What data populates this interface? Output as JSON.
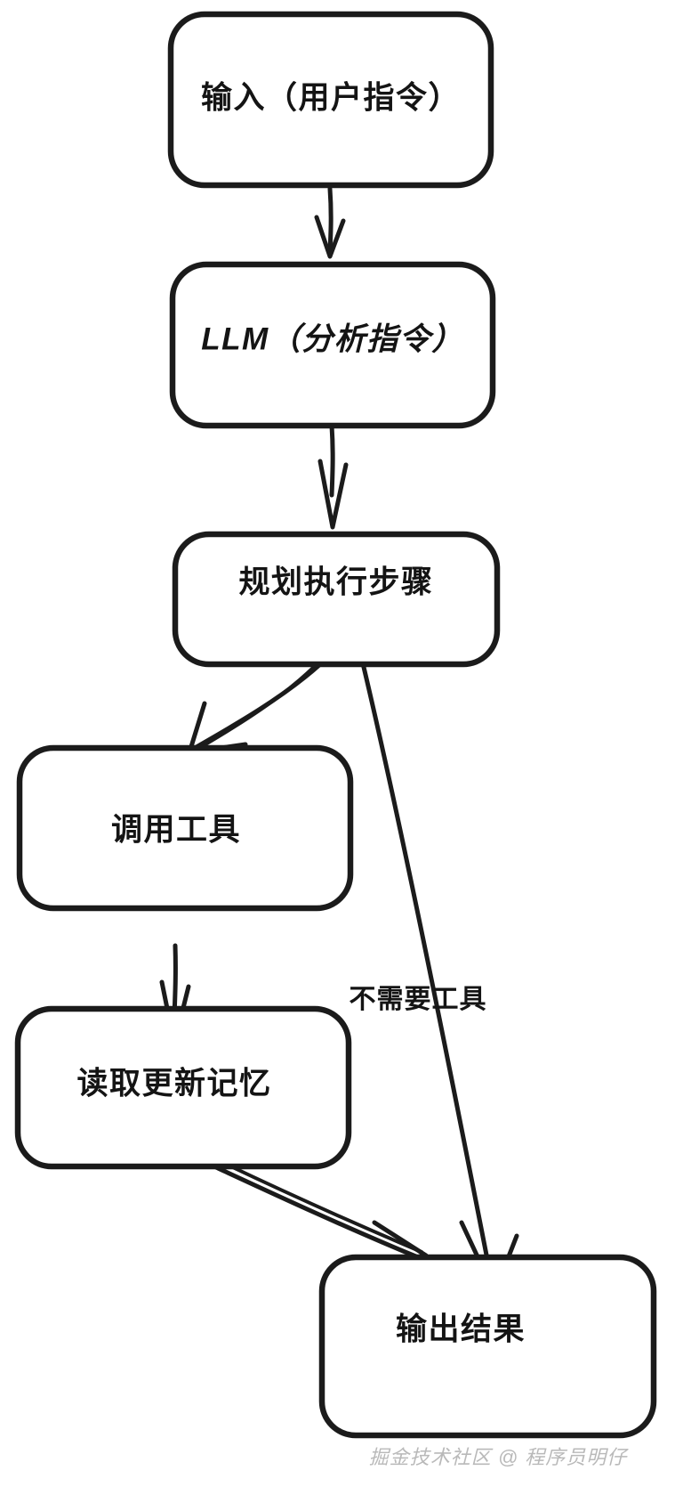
{
  "diagram": {
    "type": "flowchart",
    "style": "hand-drawn",
    "background_color": "#ffffff",
    "stroke_color": "#1b1b1b",
    "text_color": "#141414",
    "nodes": [
      {
        "id": "input",
        "label": "输入（用户指令）",
        "shape": "rounded-rect"
      },
      {
        "id": "llm",
        "label": "LLM（分析指令）",
        "shape": "rounded-rect"
      },
      {
        "id": "plan",
        "label": "规划执行步骤",
        "shape": "rounded-rect"
      },
      {
        "id": "tool",
        "label": "调用工具",
        "shape": "rounded-rect"
      },
      {
        "id": "memory",
        "label": "读取更新记忆",
        "shape": "rounded-rect"
      },
      {
        "id": "output",
        "label": "输出结果",
        "shape": "rounded-rect"
      }
    ],
    "edges": [
      {
        "from": "input",
        "to": "llm",
        "label": ""
      },
      {
        "from": "llm",
        "to": "plan",
        "label": ""
      },
      {
        "from": "plan",
        "to": "tool",
        "label": ""
      },
      {
        "from": "plan",
        "to": "output",
        "label": "不需要工具"
      },
      {
        "from": "tool",
        "to": "memory",
        "label": ""
      },
      {
        "from": "memory",
        "to": "output",
        "label": ""
      }
    ],
    "edge_labels": {
      "no_tool_needed": "不需要工具"
    },
    "watermark": "掘金技术社区 @ 程序员明仔"
  }
}
